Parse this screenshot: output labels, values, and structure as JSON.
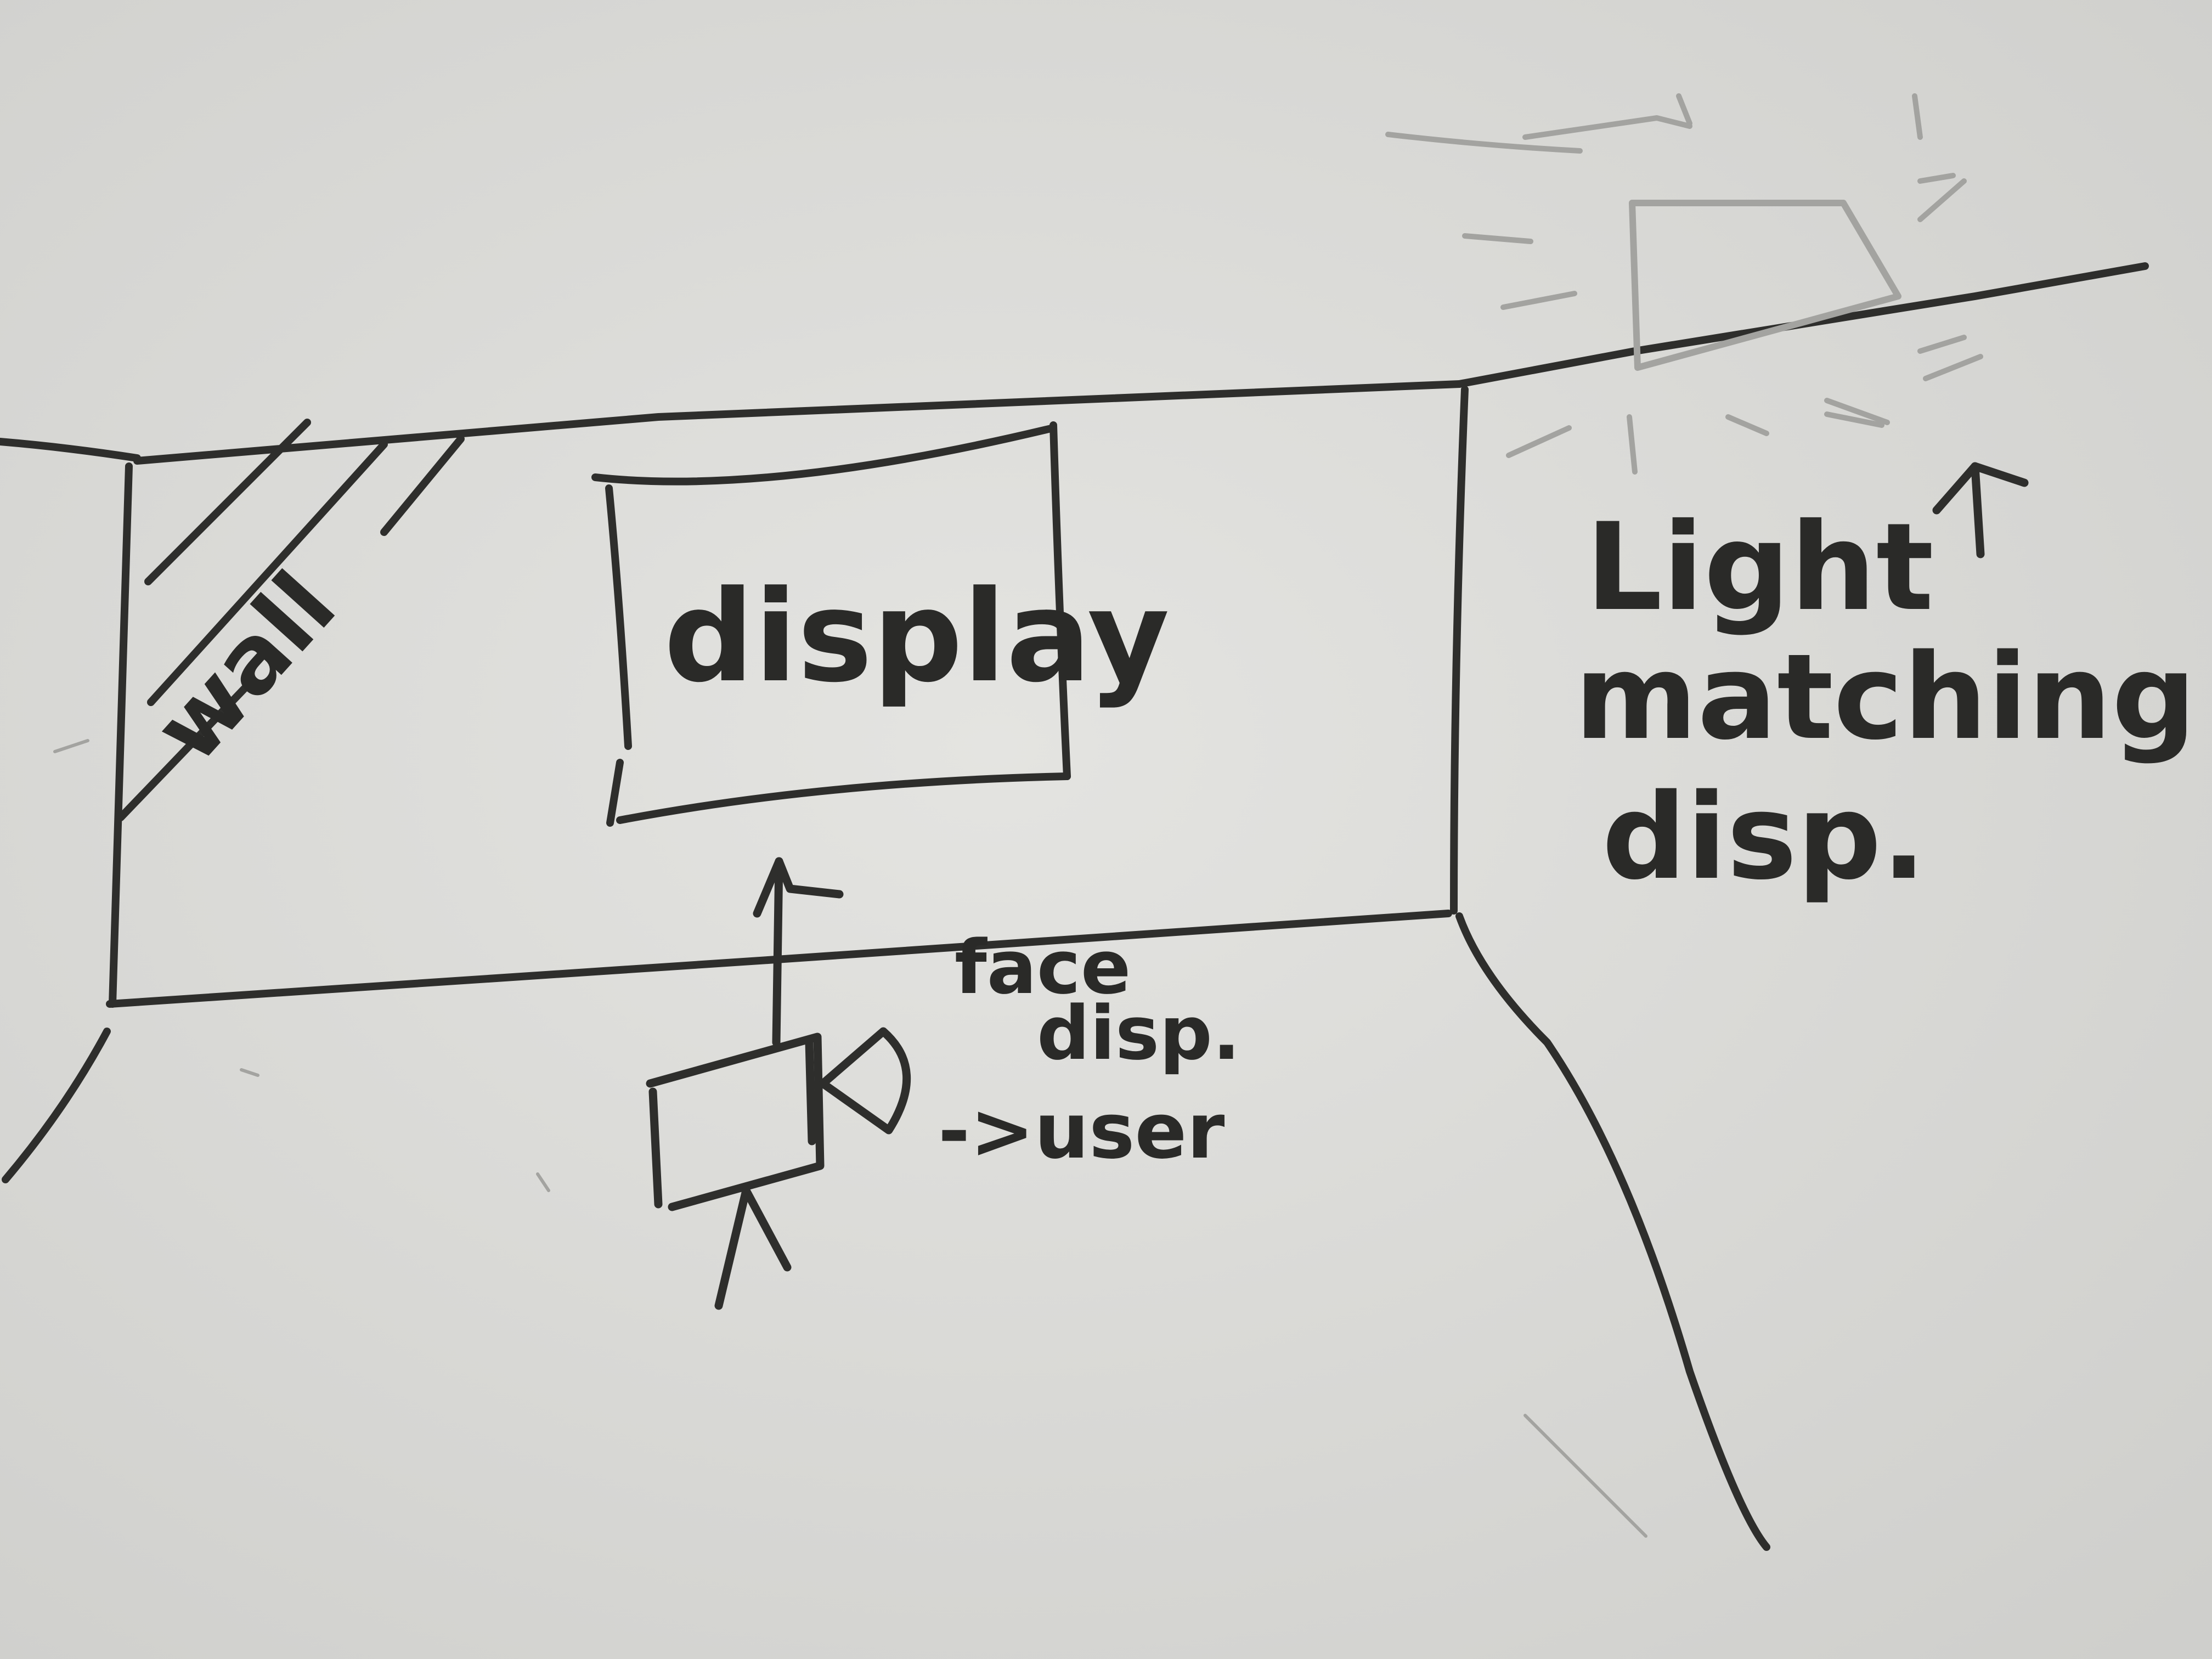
{
  "board": {
    "background": "#d9d9d6",
    "ink": "#2e2e2c"
  },
  "labels": {
    "wall": "wall",
    "display": "display",
    "light_line1": "Light",
    "light_line2": "matching",
    "light_line3": "disp.",
    "camera_line1": "face",
    "camera_line2": "disp.",
    "camera_line3": "->user"
  },
  "icons": {
    "camera": "camera-icon",
    "lamp": "lamp-icon"
  }
}
